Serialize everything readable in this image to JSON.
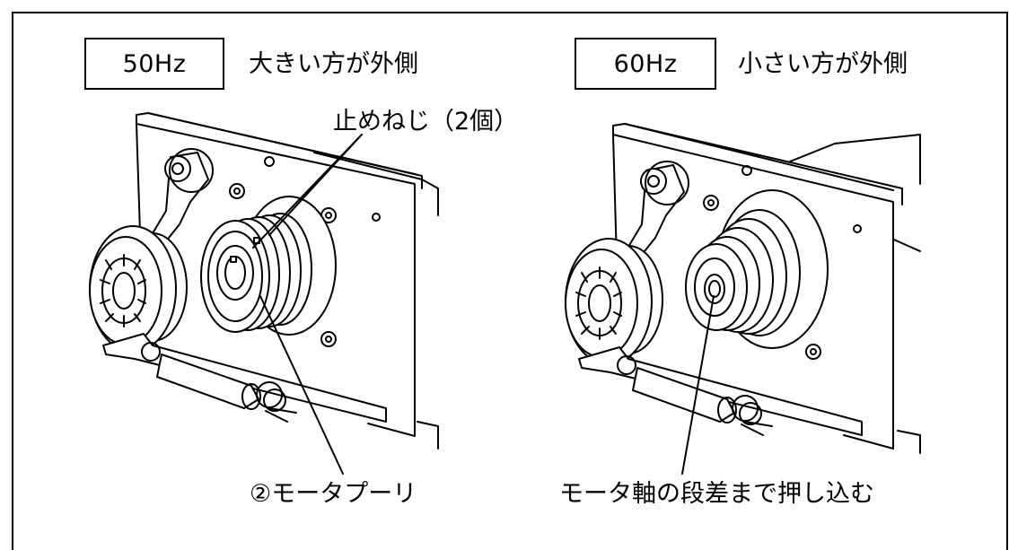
{
  "left_panel": {
    "frequency": "50Hz",
    "caption": "大きい方が外側",
    "callout_set_screw": "止めねじ（2個）",
    "callout_pulley": "②モータプーリ"
  },
  "right_panel": {
    "frequency": "60Hz",
    "caption": "小さい方が外側",
    "callout_shaft": "モータ軸の段差まで押し込む"
  }
}
